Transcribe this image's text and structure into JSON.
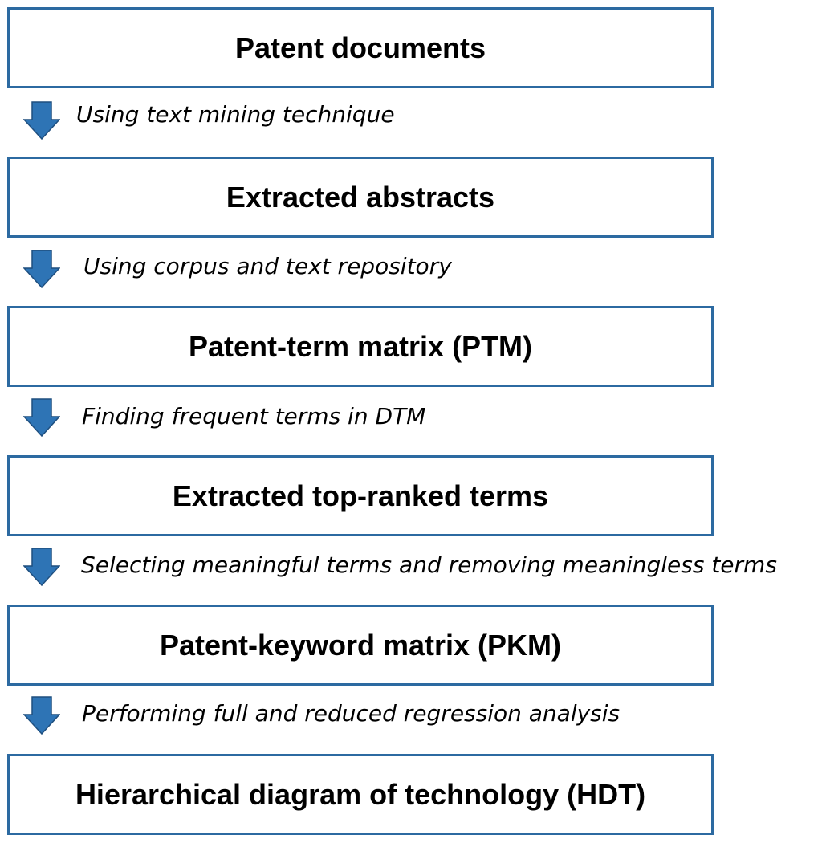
{
  "flowchart": {
    "steps": [
      "Patent documents",
      "Extracted abstracts",
      "Patent-term matrix (PTM)",
      "Extracted top-ranked terms",
      "Patent-keyword matrix (PKM)",
      "Hierarchical diagram of technology (HDT)"
    ],
    "transitions": [
      "Using text mining technique",
      "Using corpus and text repository",
      "Finding frequent terms in DTM",
      "Selecting meaningful terms and removing meaningless terms",
      "Performing full and reduced regression analysis"
    ]
  },
  "colors": {
    "box_border": "#2c6aa1",
    "arrow_fill": "#2e74b5",
    "arrow_stroke": "#1f4f7f"
  },
  "icons": {
    "transition_arrow": "down-arrow-icon"
  }
}
